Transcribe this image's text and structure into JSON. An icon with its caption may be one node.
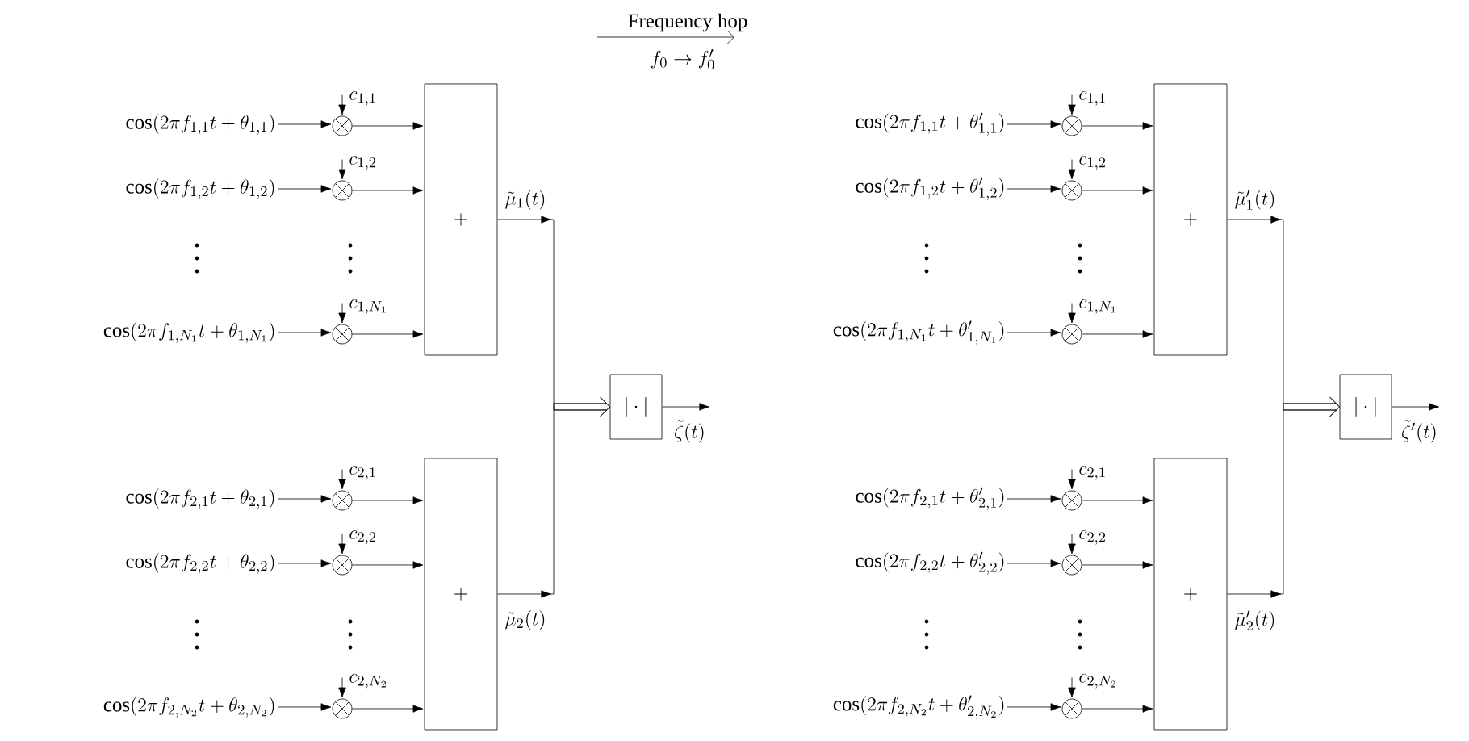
{
  "diagram": {
    "nodes": [
      {
        "text": [
          "\\cos(2\\pi f_{1,1}t+\\theta_{1,1})"
        ]
      },
      {
        "text": [
          "\\cos(2\\pi f_{1,2}t+\\theta_{1,2})"
        ]
      },
      {
        "text": [
          "\\cos(2\\pi f_{1,N_1}t+\\theta_{1,N_1})"
        ]
      },
      {
        "text": [
          "\\cos(2\\pi f_{2,1}t+\\theta_{2,1})"
        ]
      },
      {
        "text": [
          "\\cos(2\\pi f_{2,2}t+\\theta_{2,2})"
        ]
      },
      {
        "text": [
          "\\cos(2\\pi f_{2,N_2}t+\\theta_{2,N_2})"
        ]
      },
      {
        "text": [],
        "shape": "circle"
      },
      {
        "text": [],
        "shape": "circle"
      },
      {
        "text": [],
        "shape": "circle"
      },
      {
        "text": [],
        "shape": "circle"
      },
      {
        "text": [],
        "shape": "circle"
      },
      {
        "text": [],
        "shape": "circle"
      },
      {
        "text": [
          "+"
        ]
      },
      {
        "text": [
          "+"
        ]
      },
      {
        "text": [
          "|\\cdot|"
        ]
      },
      {
        "text": [
          "\\cos(2\\pi f_{1,1}t+\\theta'_{1,1})"
        ]
      },
      {
        "text": [
          "\\cos(2\\pi f_{1,2}t+\\theta'_{1,2})"
        ]
      },
      {
        "text": [
          "\\cos(2\\pi f_{1,N_1}t+\\theta'_{1,N_1})"
        ]
      },
      {
        "text": [
          "\\cos(2\\pi f_{2,1}t+\\theta'_{2,1})"
        ]
      },
      {
        "text": [
          "\\cos(2\\pi f_{2,2}t+\\theta'_{2,2})"
        ]
      },
      {
        "text": [
          "\\cos(2\\pi f_{2,N_2}t+\\theta'_{2,N_2})"
        ]
      },
      {
        "text": [],
        "shape": "circle"
      },
      {
        "text": [],
        "shape": "circle"
      },
      {
        "text": [],
        "shape": "circle"
      },
      {
        "text": [],
        "shape": "circle"
      },
      {
        "text": [],
        "shape": "circle"
      },
      {
        "text": [],
        "shape": "circle"
      },
      {
        "text": [
          "+"
        ]
      },
      {
        "text": [
          "+"
        ]
      },
      {
        "text": [
          "|\\cdot|"
        ]
      }
    ],
    "edges": [
      {
        "from": 0,
        "to": 6,
        "arrow": "to"
      },
      {
        "from": 1,
        "to": 7,
        "arrow": "to"
      },
      {
        "from": 2,
        "to": 8,
        "arrow": "to"
      },
      {
        "from": 3,
        "to": 9,
        "arrow": "to"
      },
      {
        "from": 4,
        "to": 10,
        "arrow": "to"
      },
      {
        "from": 5,
        "to": 11,
        "arrow": "to"
      },
      {
        "from": null,
        "to": 6,
        "arrow": "to",
        "label": "c_{1,1}"
      },
      {
        "from": null,
        "to": 7,
        "arrow": "to",
        "label": "c_{1,2}"
      },
      {
        "from": null,
        "to": 8,
        "arrow": "to",
        "label": "c_{1,N_1}"
      },
      {
        "from": null,
        "to": 9,
        "arrow": "to",
        "label": "c_{2,1}"
      },
      {
        "from": null,
        "to": 10,
        "arrow": "to",
        "label": "c_{2,2}"
      },
      {
        "from": null,
        "to": 11,
        "arrow": "to",
        "label": "c_{2,N_2}"
      },
      {
        "from": 6,
        "to": 12,
        "arrow": "to"
      },
      {
        "from": 7,
        "to": 12,
        "arrow": "to"
      },
      {
        "from": 8,
        "to": 12,
        "arrow": "to"
      },
      {
        "from": 9,
        "to": 13,
        "arrow": "to"
      },
      {
        "from": 10,
        "to": 13,
        "arrow": "to"
      },
      {
        "from": 11,
        "to": 13,
        "arrow": "to"
      },
      {
        "from": 12,
        "to": 14,
        "arrow": "to",
        "label": "\\tilde{\\mu}_1(t)"
      },
      {
        "from": 13,
        "to": 14,
        "arrow": "to",
        "label": "\\tilde{\\mu}_2(t)"
      },
      {
        "from": 14,
        "to": null,
        "arrow": "to",
        "label": "\\tilde{\\zeta}(t)"
      },
      {
        "from": 15,
        "to": 21,
        "arrow": "to"
      },
      {
        "from": 16,
        "to": 22,
        "arrow": "to"
      },
      {
        "from": 17,
        "to": 23,
        "arrow": "to"
      },
      {
        "from": 18,
        "to": 24,
        "arrow": "to"
      },
      {
        "from": 19,
        "to": 25,
        "arrow": "to"
      },
      {
        "from": 20,
        "to": 26,
        "arrow": "to"
      },
      {
        "from": null,
        "to": 21,
        "arrow": "to",
        "label": "c_{1,1}"
      },
      {
        "from": null,
        "to": 22,
        "arrow": "to",
        "label": "c_{1,2}"
      },
      {
        "from": null,
        "to": 23,
        "arrow": "to",
        "label": "c_{1,N_1}"
      },
      {
        "from": null,
        "to": 24,
        "arrow": "to",
        "label": "c_{2,1}"
      },
      {
        "from": null,
        "to": 25,
        "arrow": "to",
        "label": "c_{2,2}"
      },
      {
        "from": null,
        "to": 26,
        "arrow": "to",
        "label": "c_{2,N_2}"
      },
      {
        "from": 21,
        "to": 27,
        "arrow": "to"
      },
      {
        "from": 22,
        "to": 27,
        "arrow": "to"
      },
      {
        "from": 23,
        "to": 27,
        "arrow": "to"
      },
      {
        "from": 24,
        "to": 28,
        "arrow": "to"
      },
      {
        "from": 25,
        "to": 28,
        "arrow": "to"
      },
      {
        "from": 26,
        "to": 28,
        "arrow": "to"
      },
      {
        "from": 27,
        "to": 29,
        "arrow": "to",
        "label": "\\tilde{\\mu}'_1(t)"
      },
      {
        "from": 28,
        "to": 29,
        "arrow": "to",
        "label": "\\tilde{\\mu}'_2(t)"
      },
      {
        "from": 29,
        "to": null,
        "arrow": "to",
        "label": "\\tilde{\\zeta}'(t)"
      }
    ],
    "labels": [
      "Frequency hop",
      "f_0\\rightarrow f'_0"
    ]
  }
}
